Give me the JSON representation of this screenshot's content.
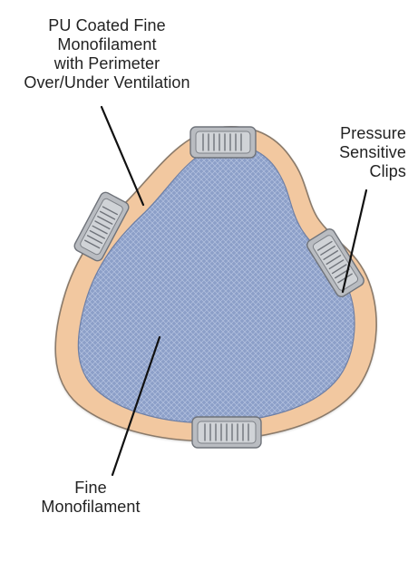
{
  "labels": {
    "pu_coated": [
      "PU Coated Fine",
      "Monofilament",
      "with Perimeter",
      "Over/Under Ventilation"
    ],
    "clips": [
      "Pressure",
      "Sensitive",
      "Clips"
    ],
    "fine_mono": [
      "Fine",
      "Monofilament"
    ]
  },
  "colors": {
    "perimeter_fill": "#f2c8a0",
    "perimeter_stroke": "#8a7a6a",
    "mesh_fill": "#8c9fc8",
    "mesh_pattern": "#b9c6e2",
    "clip_fill": "#b9bcc1",
    "clip_stroke": "#6f737a",
    "leader_line": "#111111",
    "label_text": "#222222"
  }
}
